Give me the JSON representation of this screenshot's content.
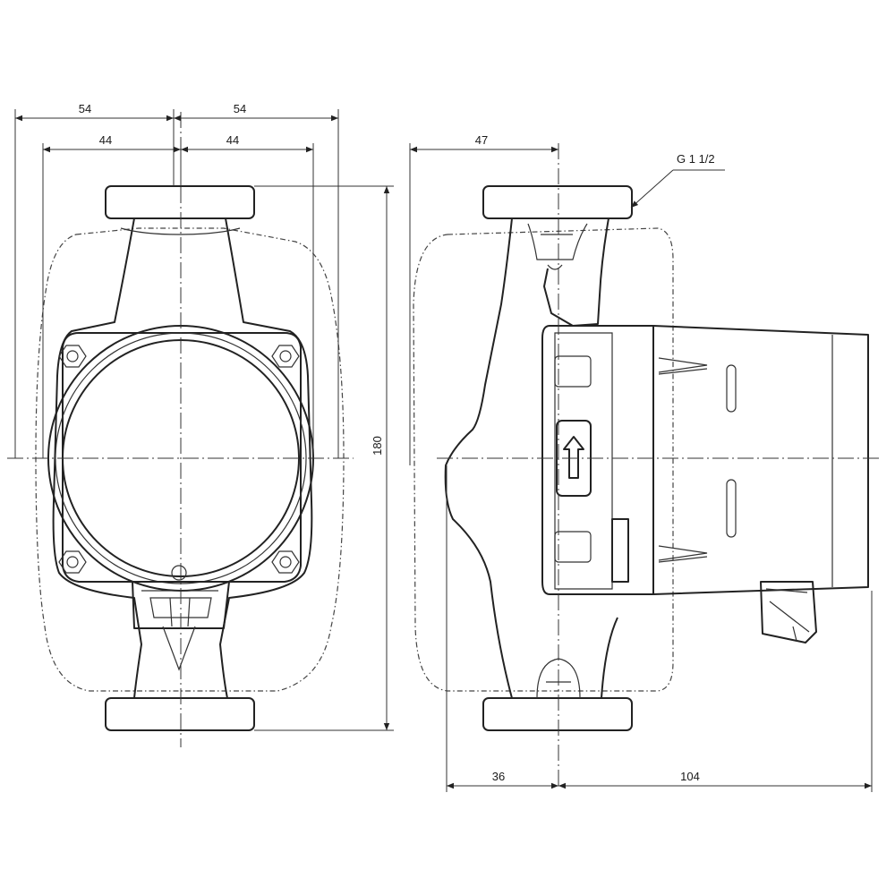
{
  "dimensions": {
    "front_outer_left": "54",
    "front_outer_right": "54",
    "front_inner_left": "44",
    "front_inner_right": "44",
    "height": "180",
    "side_top_offset": "47",
    "thread": "G 1 1/2",
    "side_bottom_left": "36",
    "side_bottom_right": "104"
  }
}
